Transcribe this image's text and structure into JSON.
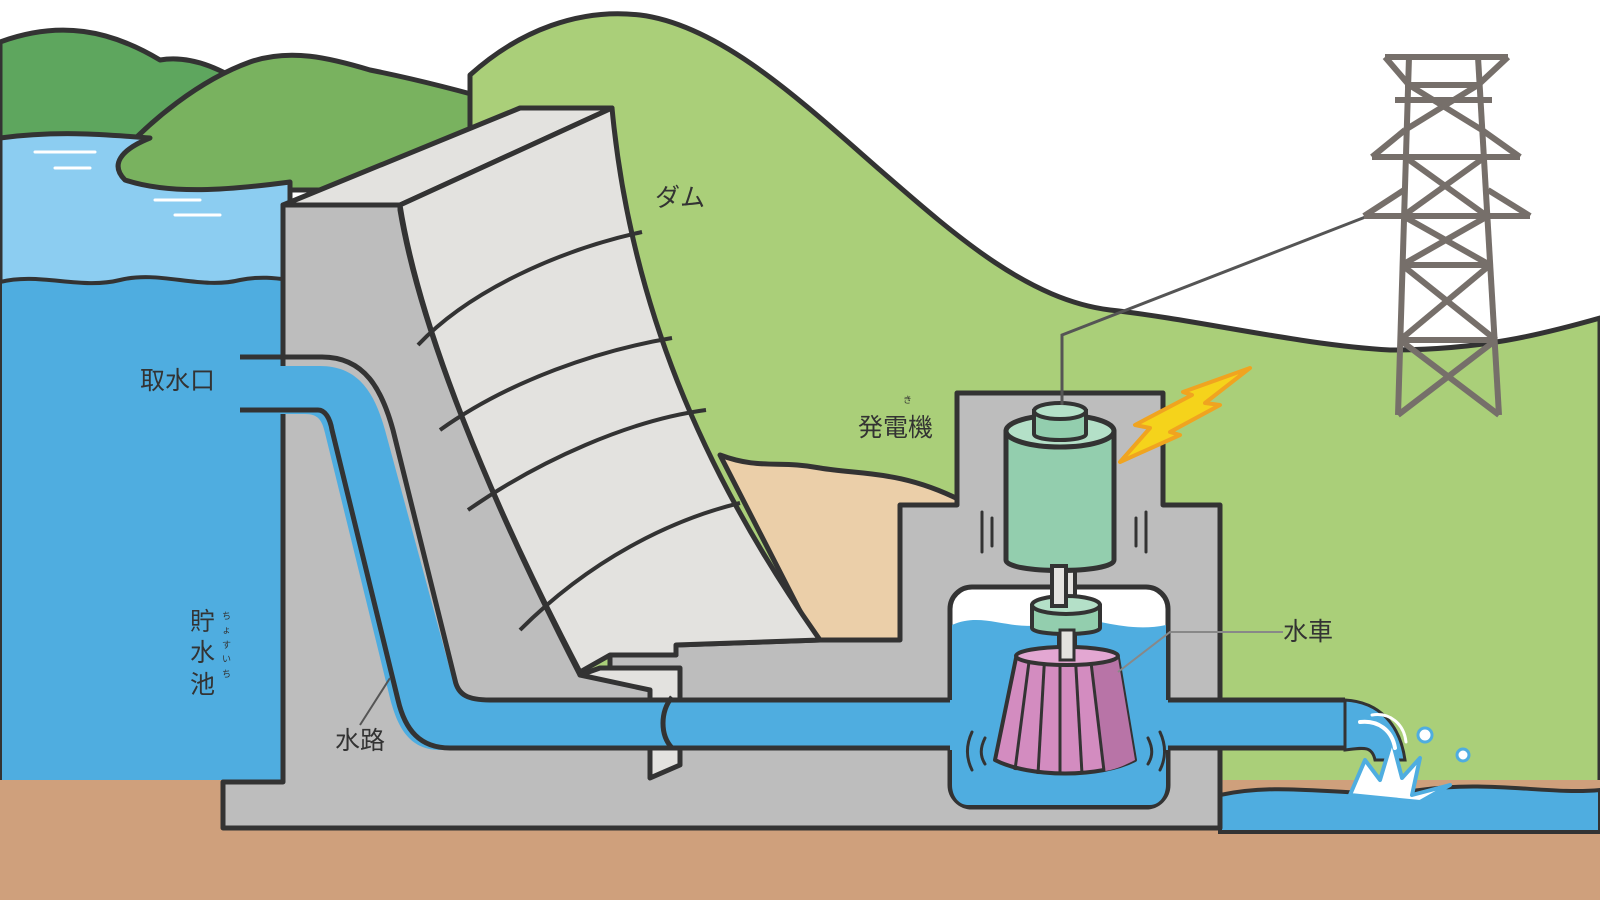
{
  "labels": {
    "dam": "ダム",
    "intake": "取水口",
    "generator": "発電機",
    "generator_ruby": "き",
    "waterwheel": "水車",
    "waterway": "水路",
    "reservoir_chars": [
      "貯",
      "水",
      "池"
    ],
    "reservoir_ruby": [
      "ちょ",
      "すい",
      "ち"
    ]
  },
  "colors": {
    "mountain_dark": "#5ea65e",
    "mountain_mid": "#79b25f",
    "mountain_light": "#aacf79",
    "lake_deep": "#4fade0",
    "lake_light": "#8ccdf1",
    "ground": "#cfa07c",
    "concrete": "#bdbdbd",
    "dam_face": "#e3e2df",
    "generator": "#93ceae",
    "turbine": "#d38cc0",
    "spark": "#f5d31b",
    "tower": "#766f6a",
    "outline": "#333333"
  },
  "icons": [
    "lightning-icon",
    "transmission-tower-icon",
    "water-splash-icon"
  ]
}
